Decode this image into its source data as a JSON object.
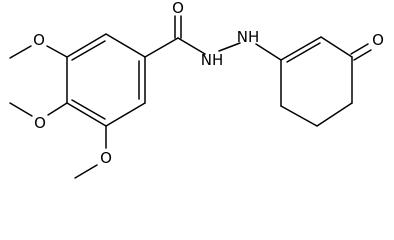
{
  "molecule": {
    "atoms": {
      "o_carbonyl_amide": "O",
      "nh_amide": "NH",
      "nh_enamine": "NH",
      "o_ketone": "O",
      "o_methoxy_top": "O",
      "o_methoxy_mid": "O",
      "o_methoxy_bottom": "O"
    }
  }
}
